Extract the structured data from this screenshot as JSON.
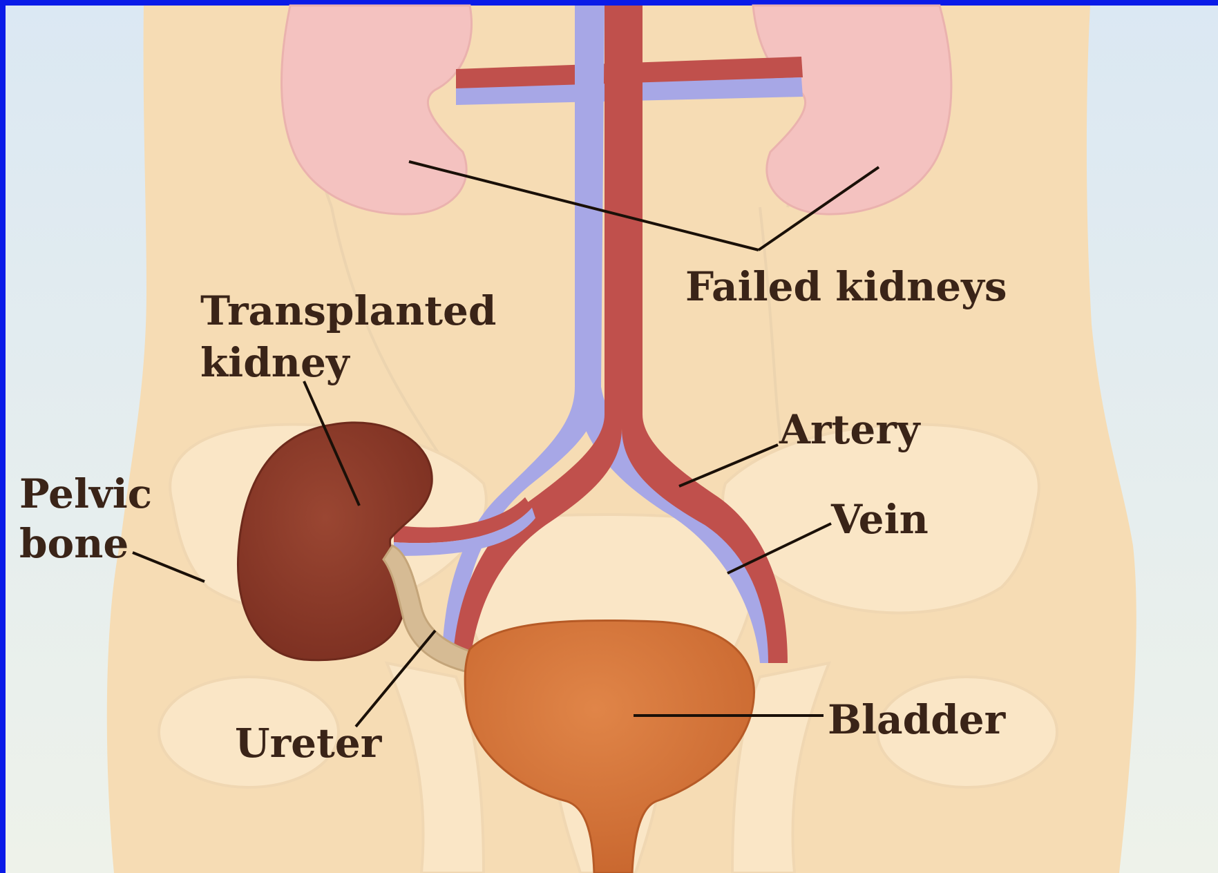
{
  "colors": {
    "frame": "#0a1be8",
    "background": "#dfeaf2",
    "body": "#f6dcb4",
    "pelvis": "#fae6c6",
    "failed_kidney": "#f4c2c0",
    "transplanted_kidney": "#8c3a28",
    "artery": "#c0504c",
    "vein": "#a7a7e6",
    "ureter": "#d6bb94",
    "bladder": "#d8743c",
    "label_text": "#3a2418",
    "leader_line": "#1a1008"
  },
  "labels": {
    "failed_kidneys": "Failed kidneys",
    "transplanted_line1": "Transplanted",
    "transplanted_line2": "kidney",
    "pelvic_line1": "Pelvic",
    "pelvic_line2": "bone",
    "artery": "Artery",
    "vein": "Vein",
    "ureter": "Ureter",
    "bladder": "Bladder"
  }
}
